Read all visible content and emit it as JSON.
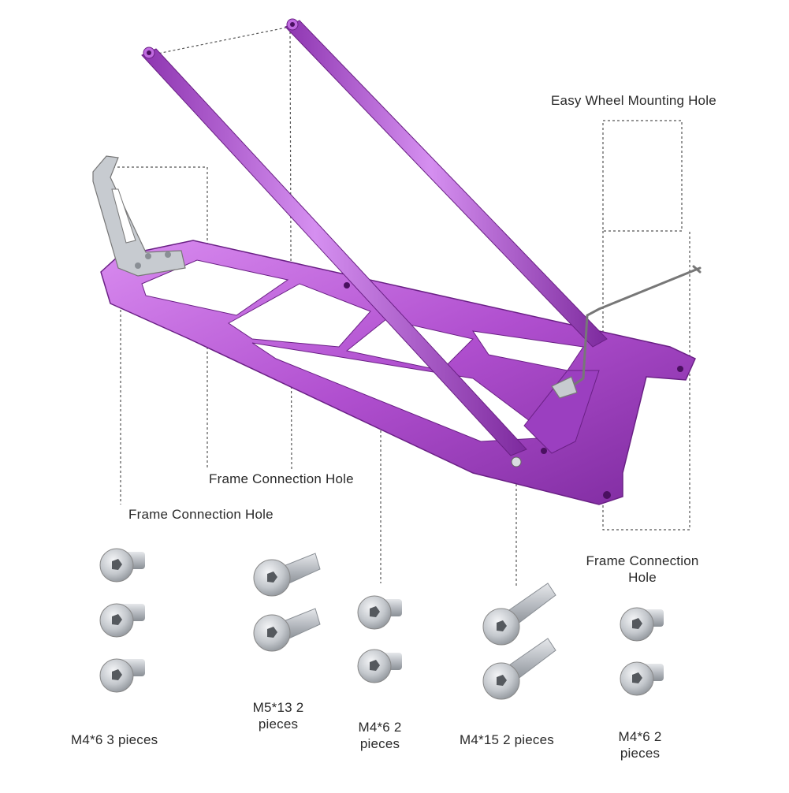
{
  "callouts": {
    "easy_wheel": "Easy Wheel Mounting Hole",
    "frame_hole_upper": "Frame Connection Hole",
    "frame_hole_left": "Frame Connection Hole",
    "frame_hole_right": "Frame Connection Hole"
  },
  "parts": {
    "m4x6_3": "M4*6 3 pieces",
    "m5x13_2": "M5*13 2 pieces",
    "m4x6_2_a": "M4*6 2 pieces",
    "m4x15_2": "M4*15 2 pieces",
    "m4x6_2_b": "M4*6 2 pieces"
  },
  "colors": {
    "frame_purple": "#b04fcf",
    "frame_purple_dark": "#7d2a9e",
    "frame_purple_light": "#d98cf0",
    "steel": "#c9cdd2",
    "leader_line": "#555555"
  }
}
